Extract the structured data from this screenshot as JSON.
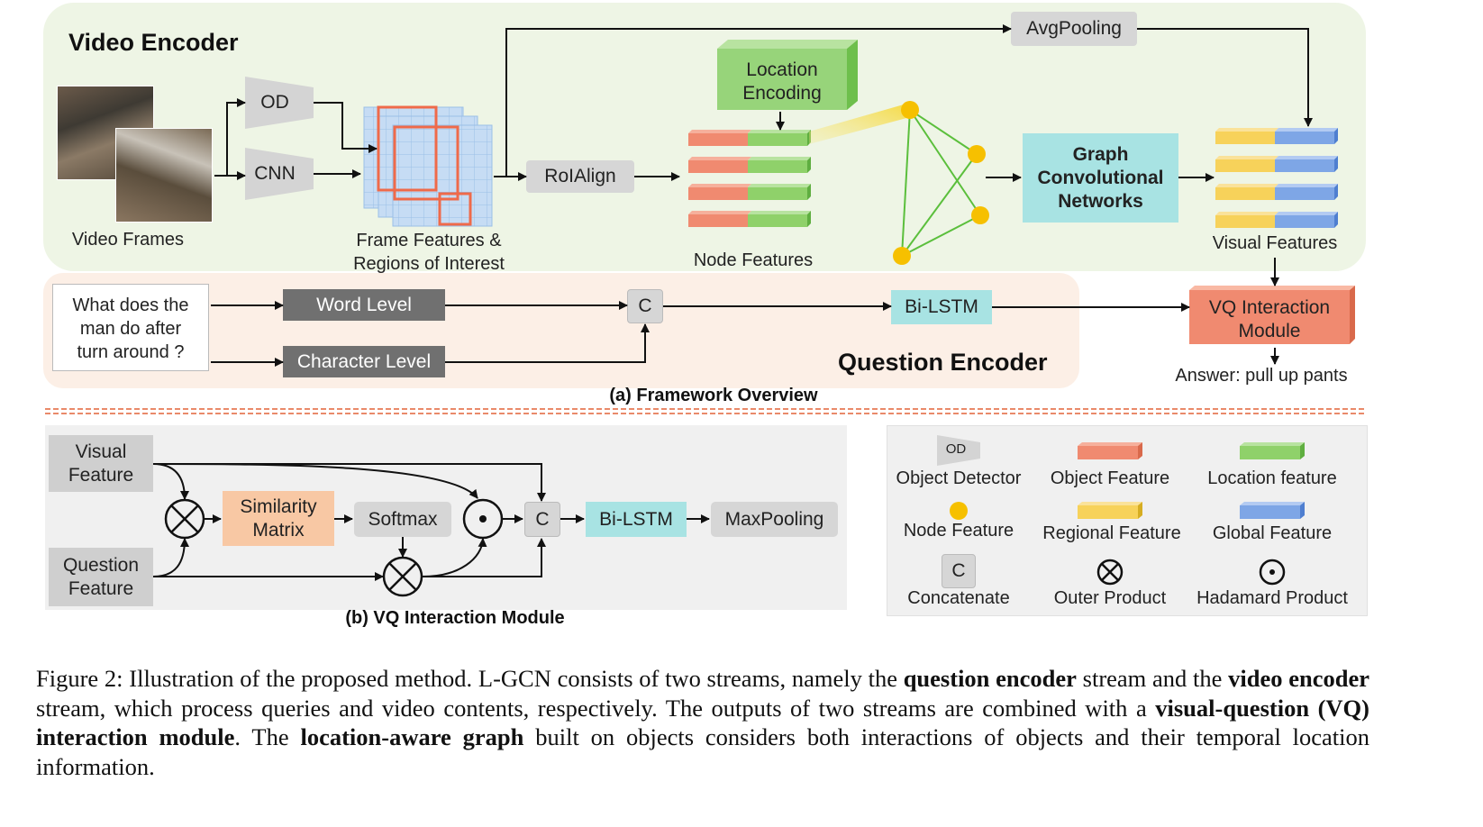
{
  "video_encoder": {
    "title": "Video Encoder",
    "video_frames_label": "Video Frames",
    "od_label": "OD",
    "cnn_label": "CNN",
    "frame_features_label_1": "Frame Features &",
    "frame_features_label_2": "Regions of Interest",
    "roialign_label": "RoIAlign",
    "location_encoding_1": "Location",
    "location_encoding_2": "Encoding",
    "node_features_label": "Node Features",
    "avgpooling_label": "AvgPooling",
    "gcn_1": "Graph",
    "gcn_2": "Convolutional",
    "gcn_3": "Networks",
    "visual_features_label": "Visual Features"
  },
  "question_encoder": {
    "title": "Question Encoder",
    "question_1": "What does the",
    "question_2": "man do after",
    "question_3": "turn around ?",
    "word_level": "Word Level",
    "character_level": "Character Level",
    "concat_symbol": "C",
    "bilstm": "Bi-LSTM",
    "vq_module_1": "VQ Interaction",
    "vq_module_2": "Module",
    "answer": "Answer: pull up pants"
  },
  "framework_caption": "(a) Framework Overview",
  "vq_interaction": {
    "visual_feature_1": "Visual",
    "visual_feature_2": "Feature",
    "question_feature_1": "Question",
    "question_feature_2": "Feature",
    "similarity_1": "Similarity",
    "similarity_2": "Matrix",
    "softmax": "Softmax",
    "concat_symbol": "C",
    "bilstm": "Bi-LSTM",
    "maxpooling": "MaxPooling",
    "caption": "(b) VQ Interaction Module"
  },
  "legend": {
    "od_symbol": "OD",
    "object_detector": "Object Detector",
    "object_feature": "Object Feature",
    "location_feature": "Location feature",
    "node_feature": "Node Feature",
    "regional_feature": "Regional Feature",
    "global_feature": "Global Feature",
    "concat_symbol": "C",
    "concatenate": "Concatenate",
    "outer_product": "Outer Product",
    "hadamard_product": "Hadamard Product"
  },
  "colors": {
    "object_feature": "#f08a70",
    "location_feature": "#8fd16a",
    "regional_feature": "#f7d25a",
    "global_feature": "#7ea6e6",
    "node": "#f6c000",
    "frame_grid": "#c6dcf4",
    "roi_box": "#ef6a4a",
    "location_box": "#97d47a"
  },
  "figure_caption": {
    "p1": "Figure 2: Illustration of the proposed method. L-GCN consists of two streams, namely the ",
    "b1": "question encoder",
    "p2": " stream and the ",
    "b2": "video encoder",
    "p3": " stream, which process queries and video contents, respectively. The outputs of two streams are combined with a ",
    "b3": "visual-question (VQ) interaction module",
    "p4": ". The ",
    "b4": "location-aware graph",
    "p5": " built on objects considers both interactions of objects and their temporal location information."
  }
}
